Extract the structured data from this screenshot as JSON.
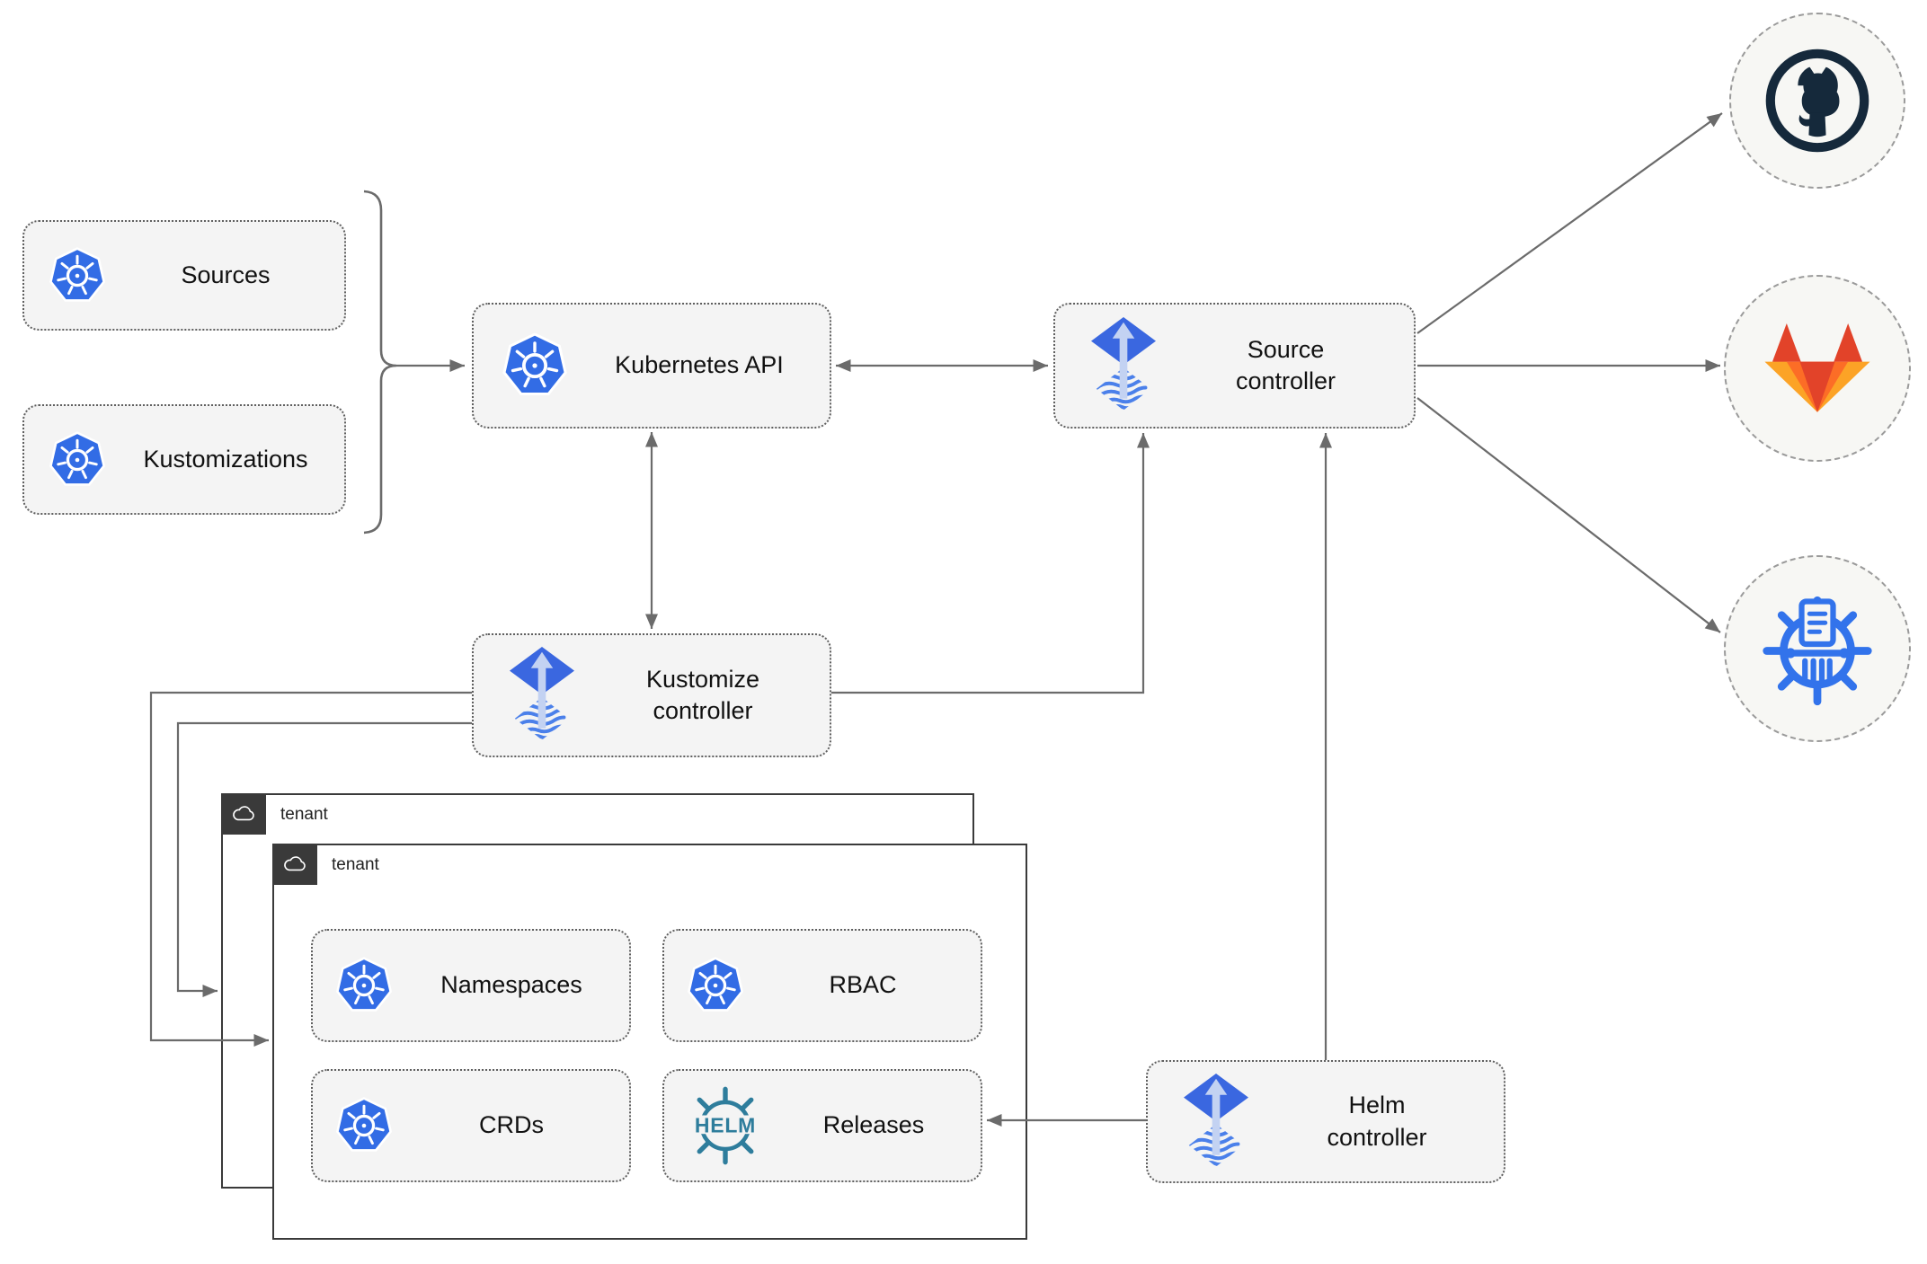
{
  "nodes": {
    "sources": {
      "label": "Sources",
      "icon": "kubernetes"
    },
    "kustomizations": {
      "label": "Kustomizations",
      "icon": "kubernetes"
    },
    "kubernetes_api": {
      "label": "Kubernetes API",
      "icon": "kubernetes"
    },
    "source_controller": {
      "line1": "Source",
      "line2": "controller",
      "icon": "flux"
    },
    "kustomize_controller": {
      "line1": "Kustomize",
      "line2": "controller",
      "icon": "flux"
    },
    "helm_controller": {
      "line1": "Helm",
      "line2": "controller",
      "icon": "flux"
    },
    "namespaces": {
      "label": "Namespaces",
      "icon": "kubernetes"
    },
    "rbac": {
      "label": "RBAC",
      "icon": "kubernetes"
    },
    "crds": {
      "label": "CRDs",
      "icon": "kubernetes"
    },
    "releases": {
      "label": "Releases",
      "icon": "helm"
    }
  },
  "tenants": [
    {
      "label": "tenant",
      "icon": "cloud"
    },
    {
      "label": "tenant",
      "icon": "cloud"
    }
  ],
  "externals": [
    {
      "icon": "github"
    },
    {
      "icon": "gitlab"
    },
    {
      "icon": "chartmuseum"
    }
  ],
  "edges": [
    {
      "from": "sources/kustomizations bracket",
      "to": "kubernetes_api",
      "type": "arrow"
    },
    {
      "from": "kubernetes_api",
      "to": "source_controller",
      "type": "double-arrow"
    },
    {
      "from": "kubernetes_api",
      "to": "kustomize_controller",
      "type": "double-arrow"
    },
    {
      "from": "kustomize_controller",
      "to": "source_controller",
      "type": "arrow"
    },
    {
      "from": "helm_controller",
      "to": "source_controller",
      "type": "arrow"
    },
    {
      "from": "kustomize_controller",
      "to": "tenant-back",
      "type": "arrow"
    },
    {
      "from": "kustomize_controller",
      "to": "tenant-front",
      "type": "arrow"
    },
    {
      "from": "helm_controller",
      "to": "releases",
      "type": "arrow"
    },
    {
      "from": "source_controller",
      "to": "github",
      "type": "arrow"
    },
    {
      "from": "source_controller",
      "to": "gitlab",
      "type": "arrow"
    },
    {
      "from": "source_controller",
      "to": "chartmuseum",
      "type": "arrow"
    }
  ],
  "colors": {
    "k8s": "#326ce5",
    "flux": "#3a67e0",
    "flux_light": "#c3d2f2",
    "flux_stripe": "#4b80ea",
    "github": "#15293b",
    "gitlab_dark": "#e24329",
    "gitlab_mid": "#fc6d26",
    "gitlab_light": "#fca326",
    "helm": "#2e7d9c",
    "chartmuseum": "#3273eb",
    "line": "#6b6b6b",
    "box_fill": "#f4f4f4",
    "box_border": "#5f5f5f",
    "tenant_border": "#3a3a3a",
    "tenant_tab": "#3a3a3a",
    "circle_fill": "#f7f7f4",
    "circle_border": "#9a9a9a",
    "text": "#111111"
  }
}
